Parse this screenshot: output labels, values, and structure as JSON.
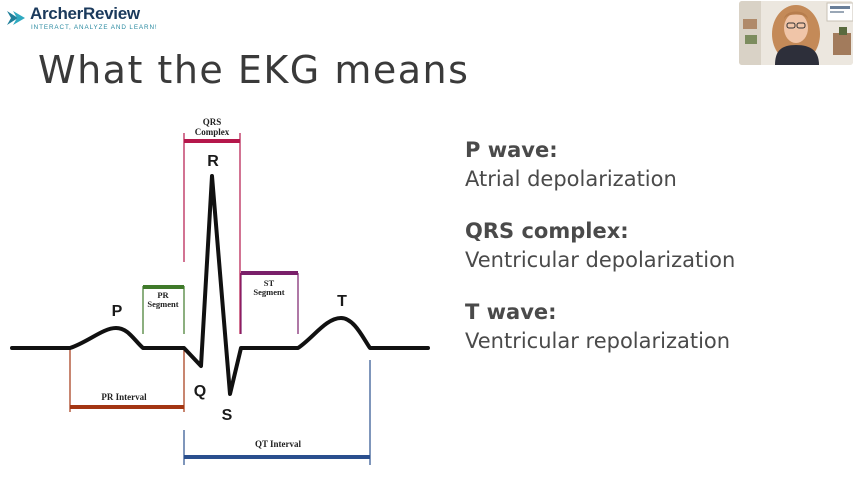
{
  "brand": {
    "name": "ArcherReview",
    "tagline": "INTERACT, ANALYZE AND LEARN!"
  },
  "slide": {
    "title": "What the EKG means"
  },
  "diagram": {
    "labels": {
      "qrs_complex_line1": "QRS",
      "qrs_complex_line2": "Complex",
      "pr_segment_line1": "PR",
      "pr_segment_line2": "Segment",
      "st_segment_line1": "ST",
      "st_segment_line2": "Segment",
      "pr_interval": "PR Interval",
      "qt_interval": "QT Interval"
    },
    "waves": {
      "p": "P",
      "q": "Q",
      "r": "R",
      "s": "S",
      "t": "T"
    },
    "colors": {
      "qrs_complex": "#b5174b",
      "pr_segment": "#3f7a2a",
      "st_segment": "#7a1f6a",
      "pr_interval": "#a33512",
      "qt_interval": "#2a4f8e",
      "trace": "#111111"
    }
  },
  "definitions": [
    {
      "term": "P wave:",
      "desc": "Atrial depolarization"
    },
    {
      "term": "QRS complex:",
      "desc": "Ventricular depolarization"
    },
    {
      "term": "T wave:",
      "desc": "Ventricular repolarization"
    }
  ]
}
